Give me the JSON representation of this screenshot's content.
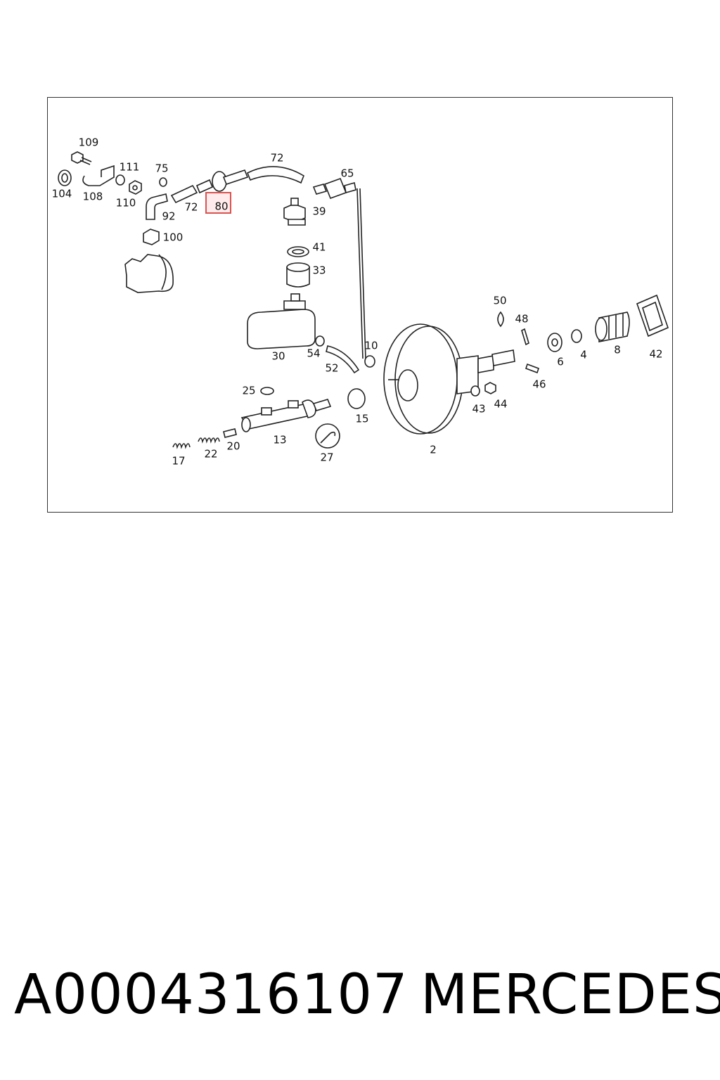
{
  "diagram": {
    "labels": {
      "l109": "109",
      "l104": "104",
      "l108": "108",
      "l111": "111",
      "l110": "110",
      "l75": "75",
      "l92": "92",
      "l72a": "72",
      "l80": "80",
      "l72b": "72",
      "l65": "65",
      "l39": "39",
      "l100": "100",
      "l41": "41",
      "l33": "33",
      "l30": "30",
      "l54": "54",
      "l52": "52",
      "l10": "10",
      "l15": "15",
      "l25": "25",
      "l13": "13",
      "l20": "20",
      "l22": "22",
      "l17": "17",
      "l27": "27",
      "l2": "2",
      "l50": "50",
      "l48": "48",
      "l6": "6",
      "l4": "4",
      "l8": "8",
      "l42": "42",
      "l46": "46",
      "l43": "43",
      "l44": "44"
    },
    "highlighted_label": "80",
    "highlight_color": "#d9534f"
  },
  "caption": {
    "part_number": "A0004316107",
    "brand": "MERCEDES"
  }
}
